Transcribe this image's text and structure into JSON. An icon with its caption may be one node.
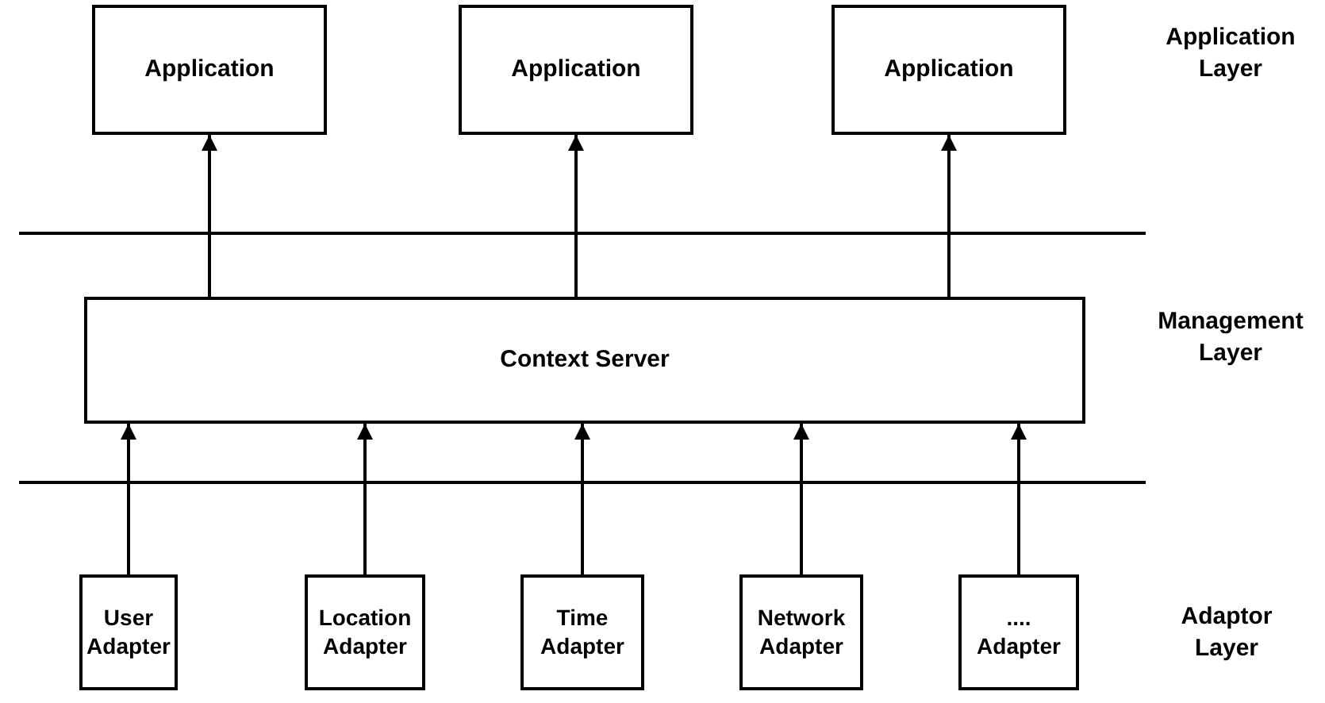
{
  "diagram": {
    "nodes": [
      {
        "text": [
          "Application"
        ]
      },
      {
        "text": [
          "Application"
        ]
      },
      {
        "text": [
          "Application"
        ]
      },
      {
        "text": [
          "Context Server"
        ]
      },
      {
        "text": [
          "User Adapter"
        ]
      },
      {
        "text": [
          "Location Adapter"
        ]
      },
      {
        "text": [
          "Time Adapter"
        ]
      },
      {
        "text": [
          "Network Adapter"
        ]
      },
      {
        "text": [
          ".... Adapter"
        ]
      }
    ],
    "edges": [
      {
        "from": 4,
        "to": 3,
        "arrow": "to"
      },
      {
        "from": 5,
        "to": 3,
        "arrow": "to"
      },
      {
        "from": 6,
        "to": 3,
        "arrow": "to"
      },
      {
        "from": 7,
        "to": 3,
        "arrow": "to"
      },
      {
        "from": 8,
        "to": 3,
        "arrow": "to"
      },
      {
        "from": 3,
        "to": 0,
        "arrow": "to"
      },
      {
        "from": 3,
        "to": 1,
        "arrow": "to"
      },
      {
        "from": 3,
        "to": 2,
        "arrow": "to"
      }
    ],
    "labels": [
      "Application Layer",
      "Management Layer",
      "Adaptor Layer"
    ]
  }
}
